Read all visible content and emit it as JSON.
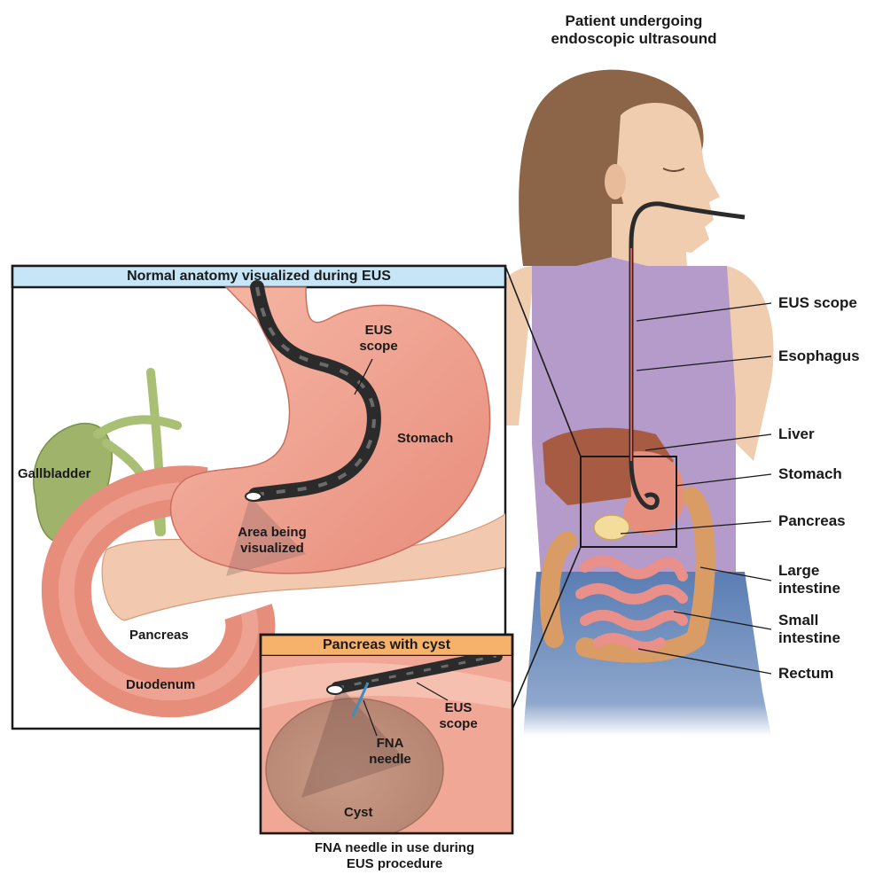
{
  "figure": {
    "patient_title": "Patient undergoing endoscopic ultrasound",
    "main_panel_title": "Normal anatomy visualized during EUS",
    "cyst_panel_title": "Pancreas with cyst",
    "bottom_caption": "FNA needle in use during EUS procedure"
  },
  "body_labels": [
    "EUS scope",
    "Esophagus",
    "Liver",
    "Stomach",
    "Pancreas",
    "Large intestine",
    "Small intestine",
    "Rectum"
  ],
  "main_panel_labels": {
    "eus_scope": "EUS scope",
    "stomach": "Stomach",
    "gallbladder": "Gallbladder",
    "area": "Area being visualized",
    "pancreas": "Pancreas",
    "duodenum": "Duodenum"
  },
  "cyst_panel_labels": {
    "eus_scope": "EUS scope",
    "fna_needle": "FNA needle",
    "cyst": "Cyst"
  },
  "colors": {
    "panel_header_blue": "#c6e6f7",
    "panel_header_orange": "#f6b26b",
    "stomach_pink": "#eea08f",
    "skin": "#f1cdb0",
    "hair": "#8c6548",
    "tank_top": "#b59bc9",
    "jeans": "#6f8fbd",
    "scope": "#2b2b2b"
  }
}
